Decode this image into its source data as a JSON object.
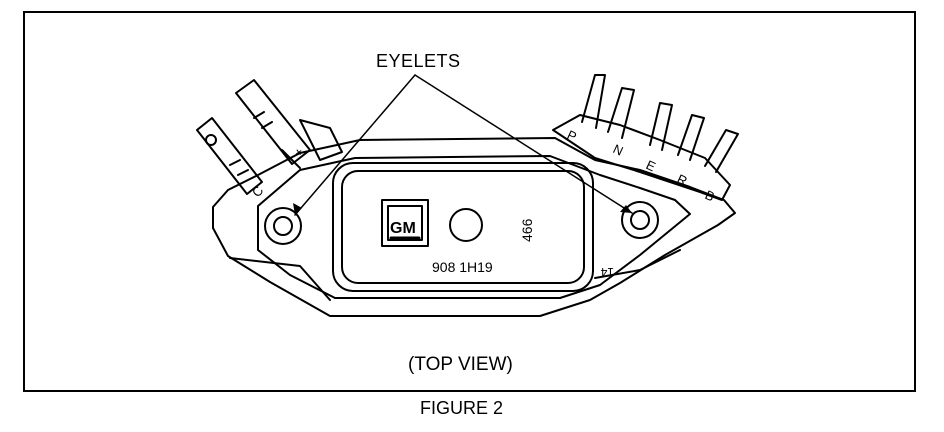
{
  "figure": {
    "callout": "EYELETS",
    "view_caption": "(TOP VIEW)",
    "figure_caption": "FIGURE 2"
  },
  "module": {
    "logo": "GM",
    "part_number": "908 1H19",
    "code": "466",
    "pin_number": "14",
    "left_terminals": [
      "C",
      "+"
    ],
    "right_terminals": [
      "P",
      "N",
      "E",
      "R",
      "B"
    ]
  }
}
